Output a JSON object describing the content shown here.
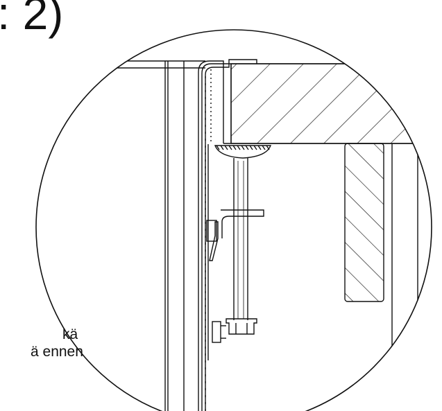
{
  "detail": {
    "scale_label": ": 2)",
    "note_line_1": "kä",
    "note_line_2": "ä ennen"
  },
  "colors": {
    "line": "#111111",
    "background": "#ffffff"
  },
  "icons": {
    "drawing": "detail-section-drawing"
  }
}
